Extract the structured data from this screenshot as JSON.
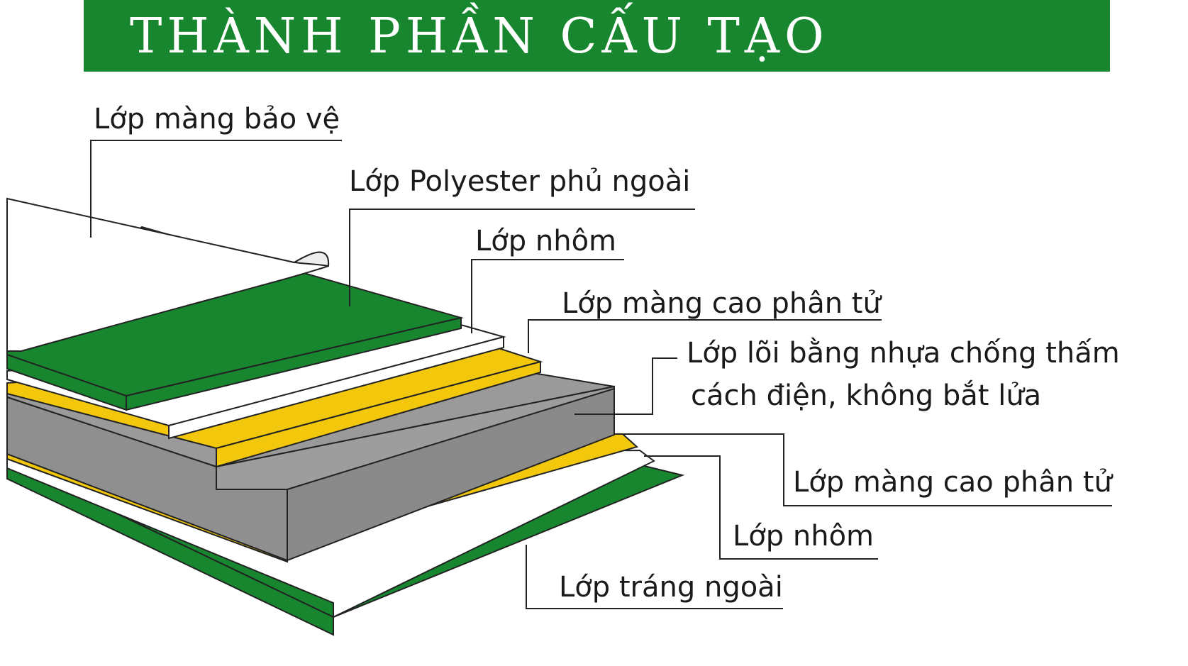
{
  "title": "THÀNH PHẦN CẤU TẠO",
  "colors": {
    "banner": "#17862e",
    "green": "#17862e",
    "yellow": "#f3c80c",
    "gray": "#8f8f8f",
    "white": "#ffffff",
    "line": "#222222"
  },
  "labels": {
    "protective_film": "Lớp màng bảo vệ",
    "polyester_coating": "Lớp Polyester phủ ngoài",
    "aluminum_top": "Lớp nhôm",
    "polymer_film_top": "Lớp màng cao phân tử",
    "core_line1": "Lớp lõi bằng nhựa chống thấm",
    "core_line2": "cách điện, không bắt lửa",
    "polymer_film_bottom": "Lớp màng cao phân tử",
    "aluminum_bottom": "Lớp nhôm",
    "outer_coating": "Lớp tráng ngoài"
  }
}
